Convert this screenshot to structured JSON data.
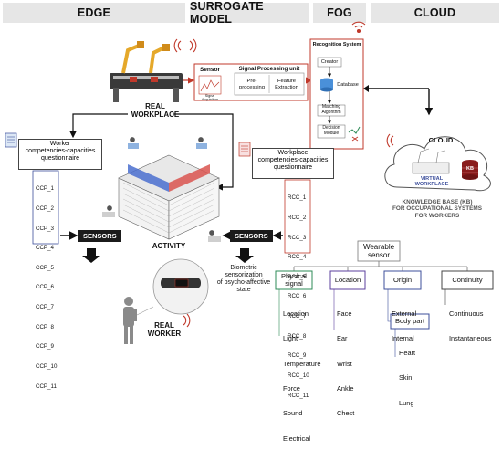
{
  "headers": {
    "edge": "EDGE",
    "surrogate": "SURROGATE MODEL",
    "fog": "FOG",
    "cloud": "CLOUD"
  },
  "real_workplace": "REAL\nWORKPLACE",
  "activity": "ACTIVITY",
  "real_worker": "REAL\nWORKER",
  "worker_q": {
    "title": "Worker\ncompetencies-capacities\nquestionnaire",
    "items": [
      "CCP_1",
      "CCP_2",
      "CCP_3",
      "CCP_4",
      "CCP_5",
      "CCP_6",
      "CCP_7",
      "CCP_8",
      "CCP_9",
      "CCP_10",
      "CCP_11"
    ]
  },
  "workplace_q": {
    "title": "Workplace\ncompetencies-capacities\nquestionnaire",
    "items": [
      "RCC_1",
      "RCC_2",
      "RCC_3",
      "RCC_4",
      "RCC_5",
      "RCC_6",
      "RCC_7",
      "RCC_8",
      "RCC_9",
      "RCC_10",
      "RCC_11"
    ]
  },
  "sensors_left": "SENSORS",
  "sensors_mid": "SENSORS",
  "biometric": "Biometric\nsensorization\nof psycho-affective\nstate",
  "surrogate": {
    "sensor": "Sensor",
    "signal_unit": "Signal Processing unit",
    "pre": "Pre-\nprocessing",
    "feat": "Feature\nExtraction",
    "signal_acq": "Signal\nAcquisition"
  },
  "fog": {
    "title": "Recognition System",
    "creator": "Creator",
    "database": "Database",
    "matching": "Matching\nAlgorithm",
    "decision": "Decision\nModule"
  },
  "cloud": {
    "title": "CLOUD",
    "virtual": "VIRTUAL\nWORKPLACE",
    "kb": "KNOWLEDGE BASE (KB)\nFOR OCCUPATIONAL SYSTEMS\nFOR WORKERS",
    "kb_disk": "KB"
  },
  "wearable": {
    "title": "Wearable\nsensor",
    "physical": {
      "label": "Physical\nsignal",
      "items": [
        "Location",
        "Light",
        "Temperature",
        "Force",
        "Sound",
        "Electrical"
      ]
    },
    "location": {
      "label": "Location",
      "items": [
        "Face",
        "Ear",
        "Wrist",
        "Ankle",
        "Chest"
      ]
    },
    "origin": {
      "label": "Origin",
      "items": [
        "External",
        "Internal"
      ]
    },
    "continuity": {
      "label": "Continuity",
      "items": [
        "Continuous",
        "Instantaneous"
      ]
    },
    "body": {
      "label": "Body part",
      "items": [
        "Heart",
        "Skin",
        "Lung"
      ]
    }
  },
  "colors": {
    "red": "#c0392b",
    "green": "#2e8b57",
    "purple": "#5b3f9e",
    "blue": "#3d4f9b",
    "header": "#e6e6e6"
  }
}
